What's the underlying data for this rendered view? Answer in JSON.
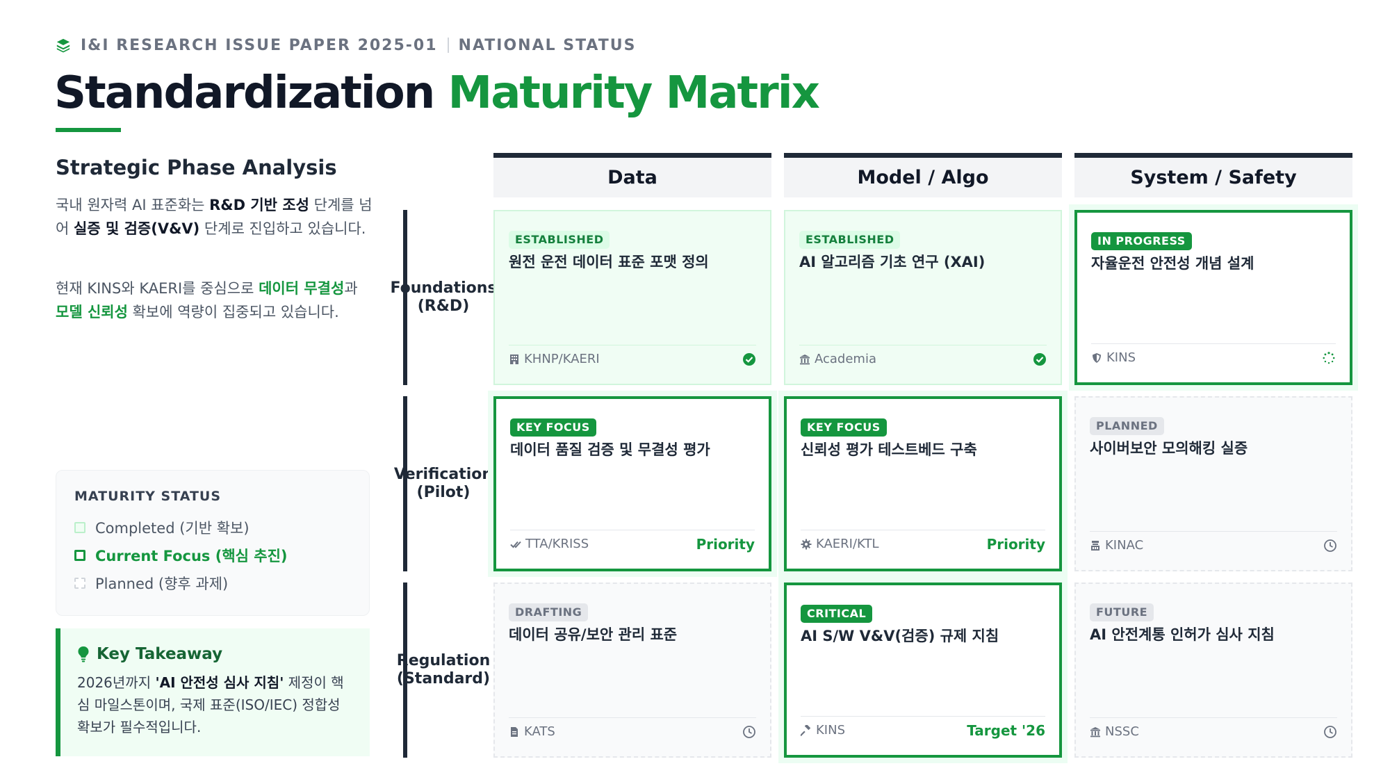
{
  "header": {
    "eyebrow": "I&I RESEARCH ISSUE PAPER 2025-01",
    "section": "NATIONAL STATUS",
    "title_dark": "Standardization",
    "title_green": "Maturity Matrix"
  },
  "intro": {
    "heading": "Strategic Phase Analysis",
    "p1_a": "국내 원자력 AI 표준화는 ",
    "p1_b": "R&D 기반 조성",
    "p1_c": " 단계를 넘어 ",
    "p1_d": "실증 및 검증(V&V)",
    "p1_e": " 단계로 진입하고 있습니다.",
    "p2_a": "현재 KINS와 KAERI를 중심으로 ",
    "p2_b": "데이터 무결성",
    "p2_c": "과 ",
    "p2_d": "모델 신뢰성",
    "p2_e": " 확보에 역량이 집중되고 있습니다."
  },
  "legend": {
    "title": "MATURITY STATUS",
    "completed": "Completed (기반 확보)",
    "focus": "Current Focus (핵심 추진)",
    "planned": "Planned (향후 과제)"
  },
  "takeaway": {
    "title": "Key Takeaway",
    "text_a": "2026년까지 ",
    "text_b": "'AI 안전성 심사 지침'",
    "text_c": " 제정이 핵심 마일스톤이며, 국제 표준(ISO/IEC) 정합성 확보가 필수적입니다."
  },
  "matrix": {
    "columns": [
      "Data",
      "Model / Algo",
      "System / Safety"
    ],
    "rows": [
      {
        "line1": "Foundations",
        "line2": "(R&D)"
      },
      {
        "line1": "Verification",
        "line2": "(Pilot)"
      },
      {
        "line1": "Regulation",
        "line2": "(Standard)"
      }
    ],
    "cells": [
      [
        {
          "badge": "ESTABLISHED",
          "title": "원전 운전 데이터 표준 포맷 정의",
          "org": "KHNP/KAERI",
          "icon": "building-icon",
          "status": "check-circle-icon"
        },
        {
          "badge": "ESTABLISHED",
          "title": "AI 알고리즘 기초 연구 (XAI)",
          "org": "Academia",
          "icon": "institution-icon",
          "status": "check-circle-icon"
        },
        {
          "badge": "IN PROGRESS",
          "title": "자율운전 안전성 개념 설계",
          "org": "KINS",
          "icon": "shield-icon",
          "status": "spinner-icon"
        }
      ],
      [
        {
          "badge": "KEY FOCUS",
          "title": "데이터 품질 검증 및 무결성 평가",
          "org": "TTA/KRISS",
          "icon": "double-check-icon",
          "note": "Priority"
        },
        {
          "badge": "KEY FOCUS",
          "title": "신뢰성 평가 테스트베드 구축",
          "org": "KAERI/KTL",
          "icon": "gear-icon",
          "note": "Priority"
        },
        {
          "badge": "PLANNED",
          "title": "사이버보안 모의해킹 실증",
          "org": "KINAC",
          "icon": "lab-icon",
          "status": "clock-icon"
        }
      ],
      [
        {
          "badge": "DRAFTING",
          "title": "데이터 공유/보안 관리 표준",
          "org": "KATS",
          "icon": "document-icon",
          "status": "clock-icon"
        },
        {
          "badge": "CRITICAL",
          "title": "AI S/W V&V(검증) 규제 지침",
          "org": "KINS",
          "icon": "gavel-icon",
          "note": "Target '26"
        },
        {
          "badge": "FUTURE",
          "title": "AI 안전계통 인허가 심사 지침",
          "org": "NSSC",
          "icon": "institution-icon",
          "status": "clock-icon"
        }
      ]
    ]
  },
  "colors": {
    "accent": "#15963f",
    "dark": "#111827",
    "done_bg": "#f0fdf4",
    "plan_bg": "#f9fafb"
  }
}
